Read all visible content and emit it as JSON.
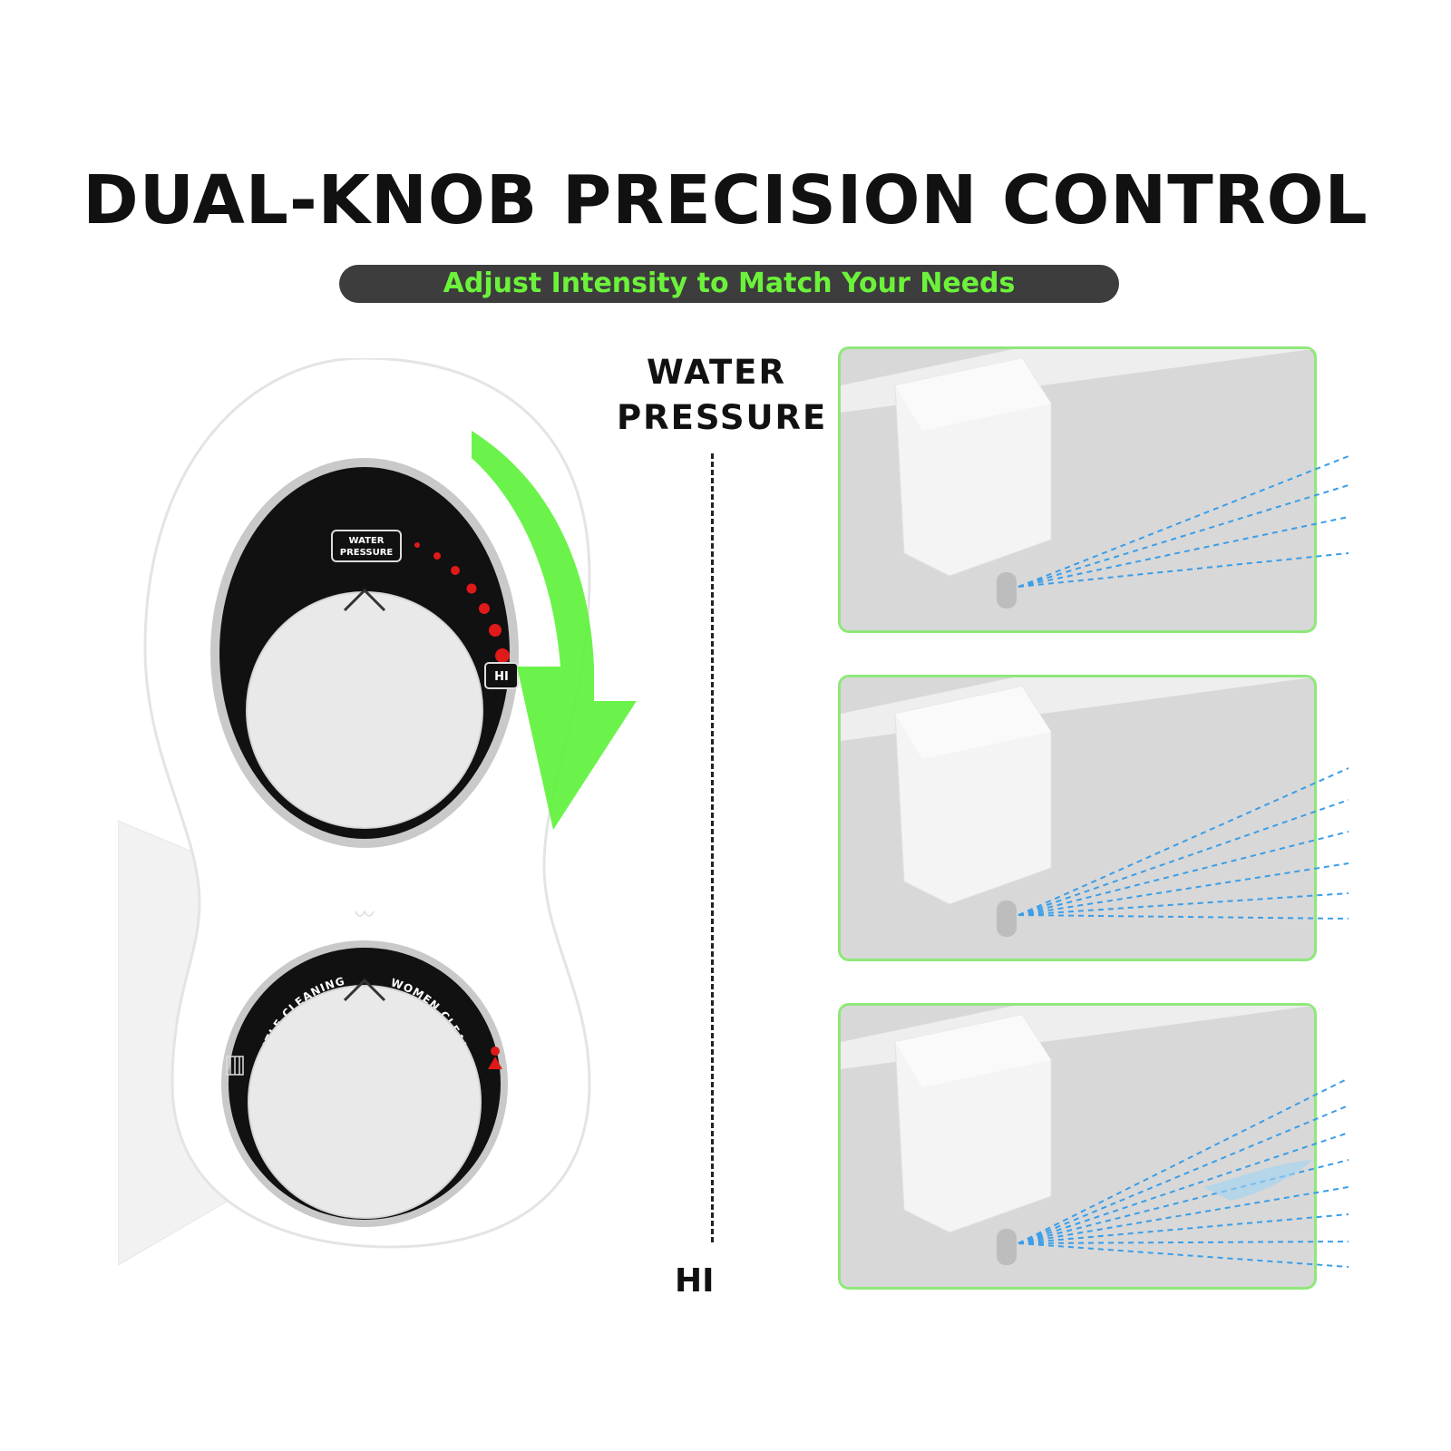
{
  "title": "DUAL-KNOB PRECISION CONTROL",
  "subtitle": "Adjust Intensity to Match Your Needs",
  "scale": {
    "top_label_line1": "WATER",
    "top_label_line2": "PRESSURE",
    "bottom_label": "HI"
  },
  "device": {
    "upper_knob_badge_line1": "WATER",
    "upper_knob_badge_line2": "PRESSURE",
    "upper_knob_hi": "HI",
    "lower_knob_left_text": "NOZZLE CLEANING",
    "lower_knob_right_text": "WOMEN CLEANING"
  },
  "panels": [
    {
      "pressure_level": 1
    },
    {
      "pressure_level": 2
    },
    {
      "pressure_level": 3
    }
  ],
  "colors": {
    "accent_green": "#6cf23a",
    "panel_border": "#8fe87a",
    "pill_background": "#3d3d3d",
    "spray_blue": "#3a9ee8",
    "indicator_red": "#e01919"
  }
}
